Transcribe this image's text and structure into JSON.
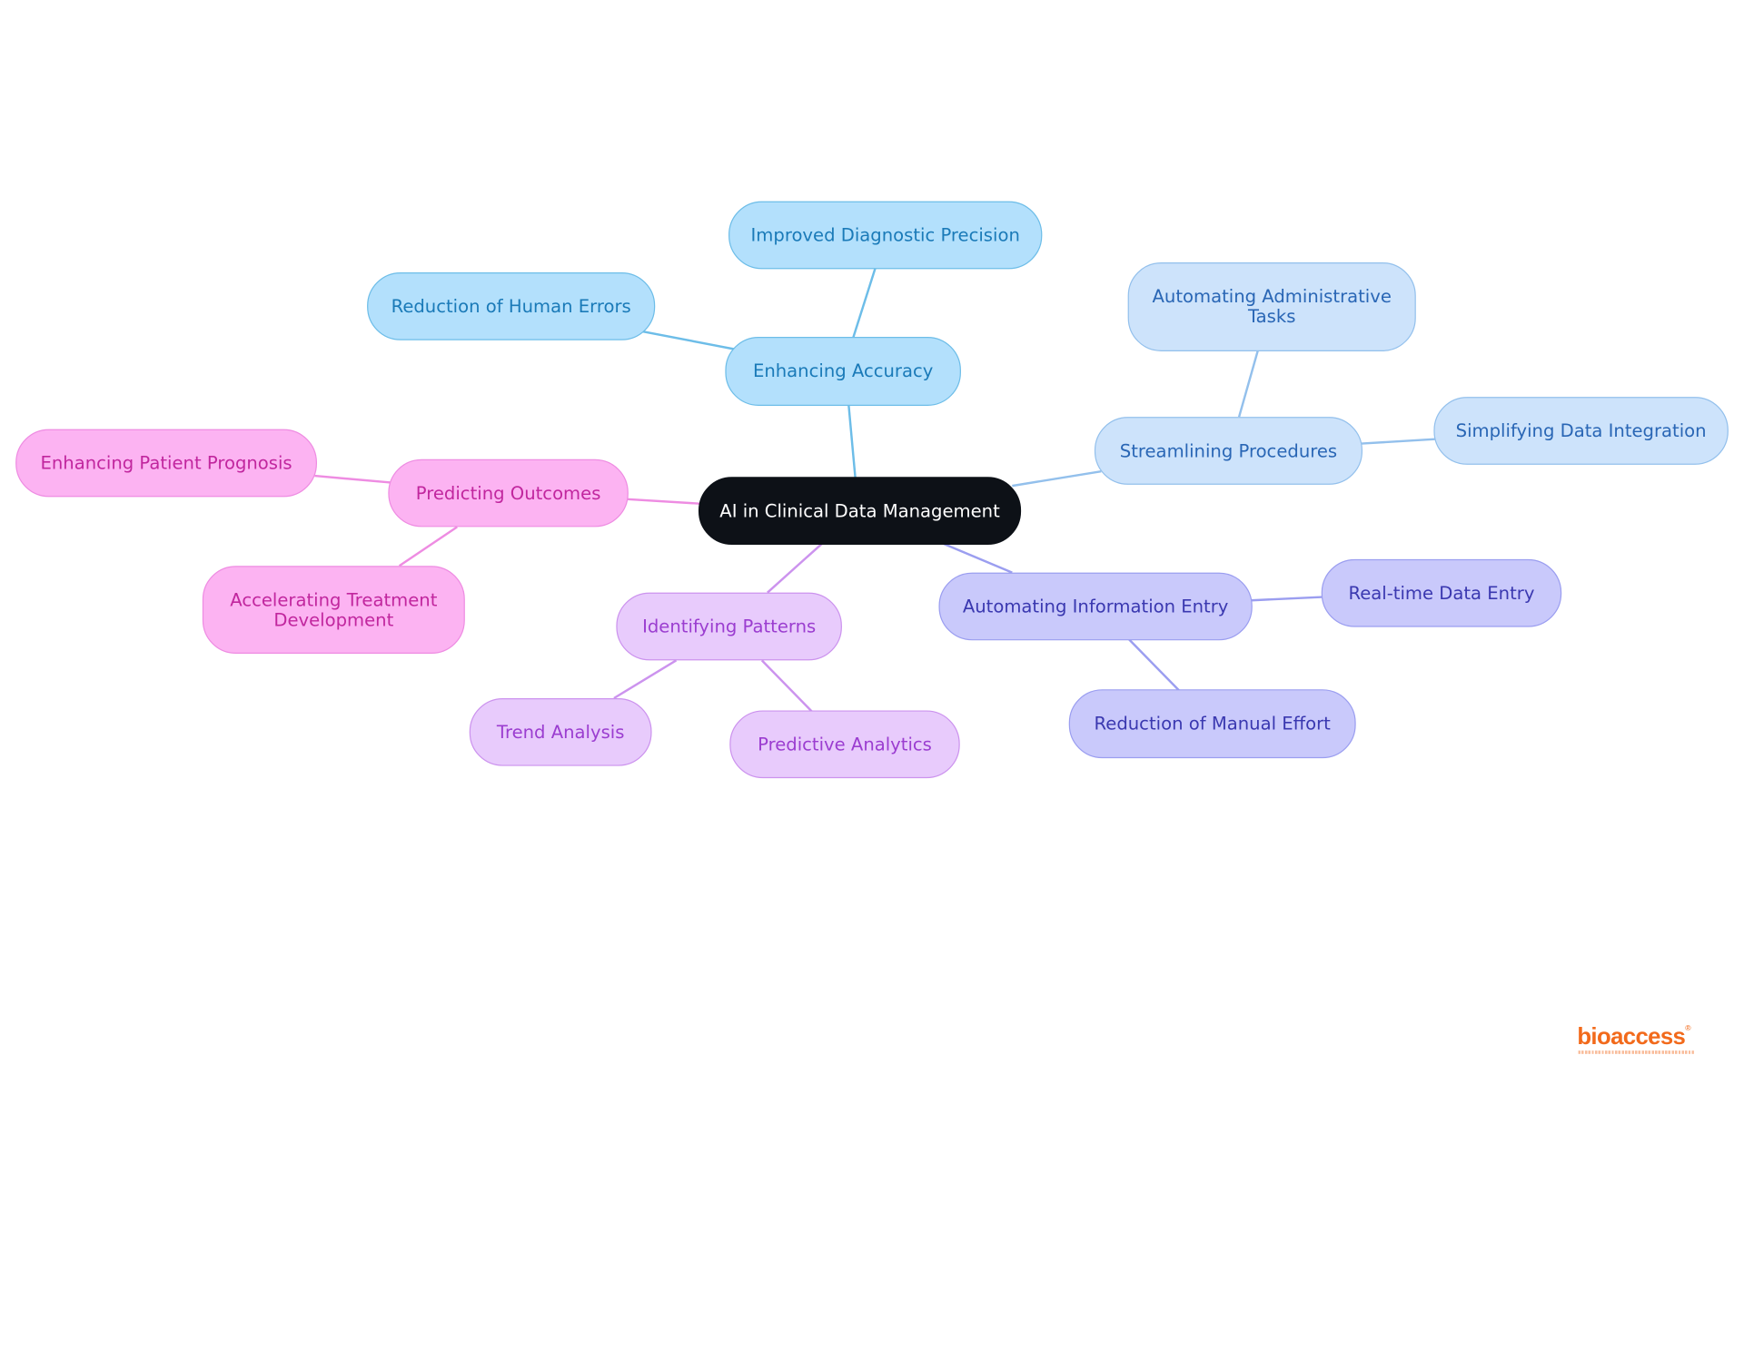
{
  "diagram": {
    "root": {
      "label": "AI in Clinical Data Management"
    },
    "branches": {
      "enhancing_accuracy": {
        "label": "Enhancing Accuracy",
        "color": "#6dbde8",
        "children": {
          "improved_diagnostic_precision": "Improved Diagnostic Precision",
          "reduction_of_human_errors": "Reduction of Human Errors"
        }
      },
      "streamlining_procedures": {
        "label": "Streamlining Procedures",
        "color": "#93c0ec",
        "children": {
          "automating_administrative_tasks": [
            "Automating Administrative",
            "Tasks"
          ],
          "simplifying_data_integration": "Simplifying Data Integration"
        }
      },
      "automating_information_entry": {
        "label": "Automating Information Entry",
        "color": "#9b9ef0",
        "children": {
          "real_time_data_entry": "Real-time Data Entry",
          "reduction_of_manual_effort": "Reduction of Manual Effort"
        }
      },
      "identifying_patterns": {
        "label": "Identifying Patterns",
        "color": "#cc93ee",
        "children": {
          "trend_analysis": "Trend Analysis",
          "predictive_analytics": "Predictive Analytics"
        }
      },
      "predicting_outcomes": {
        "label": "Predicting Outcomes",
        "color": "#ee8ce2",
        "children": {
          "enhancing_patient_prognosis": "Enhancing Patient Prognosis",
          "accelerating_treatment_development": [
            "Accelerating Treatment",
            "Development"
          ]
        }
      }
    }
  },
  "logo": {
    "text": "bioaccess",
    "mark": "®"
  }
}
